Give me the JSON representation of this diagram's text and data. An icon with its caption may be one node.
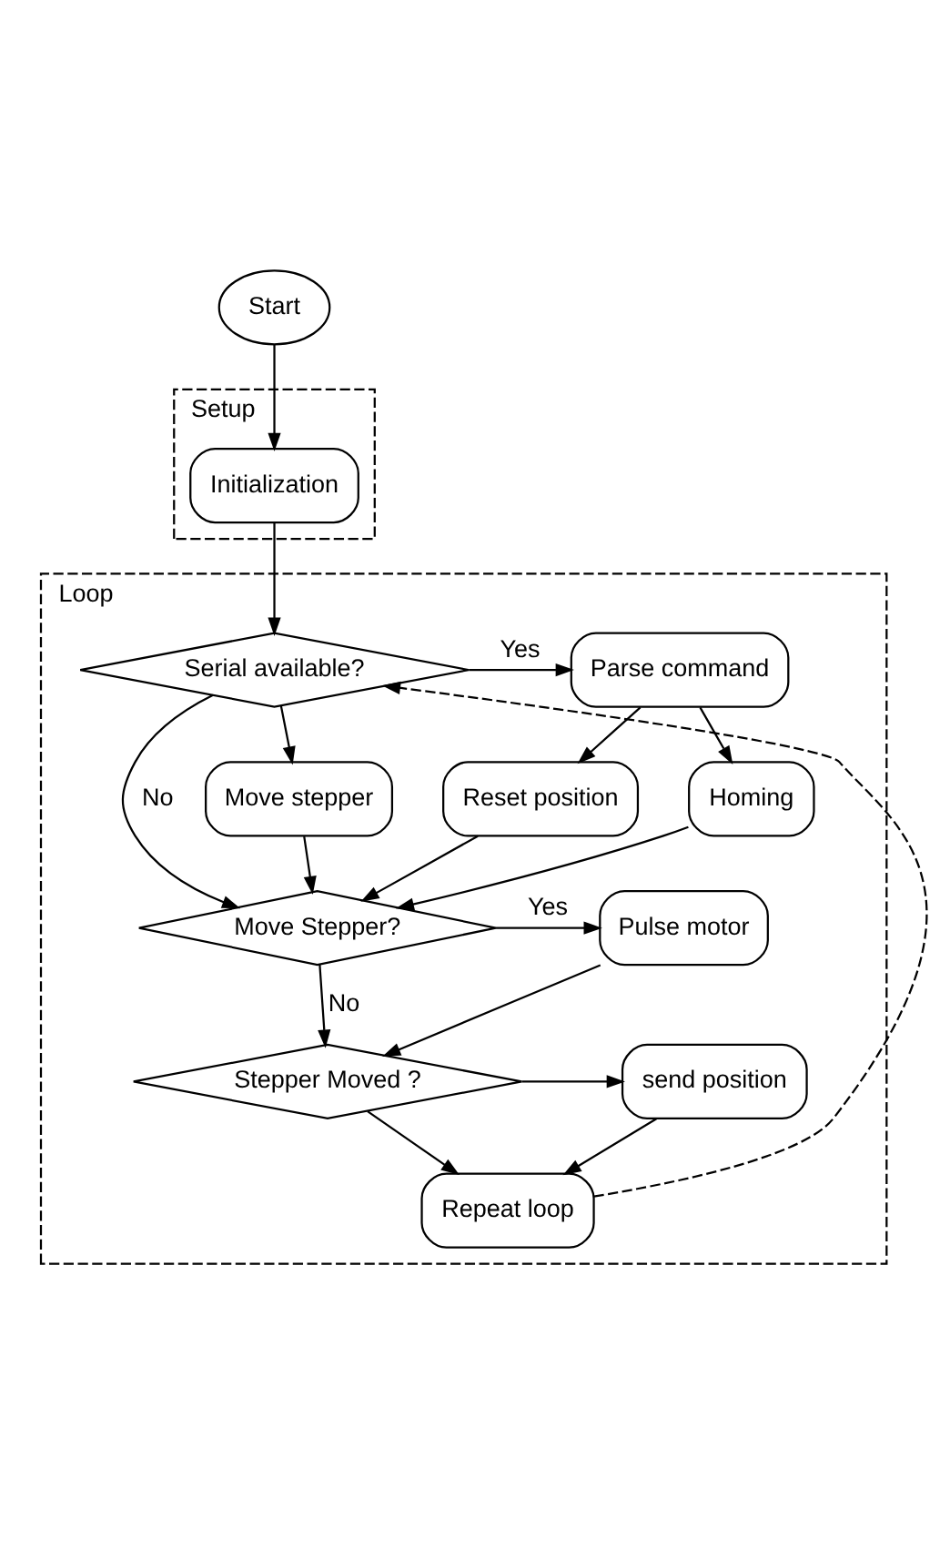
{
  "diagram": {
    "nodes": [
      {
        "text": [
          "Start"
        ]
      },
      {
        "text": [
          "Setup"
        ]
      },
      {
        "text": [
          "Initialization"
        ],
        "in": 1
      },
      {
        "text": [
          "Loop"
        ]
      },
      {
        "text": [
          "Serial available?"
        ],
        "in": 3
      },
      {
        "text": [
          "Parse command"
        ],
        "in": 3
      },
      {
        "text": [
          "Move stepper"
        ],
        "in": 3
      },
      {
        "text": [
          "Homing"
        ],
        "in": 3
      },
      {
        "text": [
          "Reset position"
        ],
        "in": 3
      },
      {
        "text": [
          "Move Stepper?"
        ],
        "in": 3
      },
      {
        "text": [
          "Pulse motor"
        ],
        "in": 3
      },
      {
        "text": [
          "Stepper Moved ?"
        ],
        "in": 3
      },
      {
        "text": [
          "send position"
        ],
        "in": 3
      },
      {
        "text": [
          "Repeat loop"
        ],
        "in": 3
      }
    ],
    "edges": [
      {
        "from": 0,
        "to": 2,
        "arrow": "to"
      },
      {
        "from": 2,
        "to": 4,
        "arrow": "to"
      },
      {
        "from": 4,
        "to": 5,
        "arrow": "to",
        "label": "Yes"
      },
      {
        "from": 4,
        "to": 6,
        "arrow": "to"
      },
      {
        "from": 5,
        "to": 7,
        "arrow": "to"
      },
      {
        "from": 5,
        "to": 8,
        "arrow": "to"
      },
      {
        "from": 4,
        "to": 9,
        "arrow": "to",
        "label": "No"
      },
      {
        "from": 6,
        "to": 9,
        "arrow": "to"
      },
      {
        "from": 7,
        "to": 9,
        "arrow": "to"
      },
      {
        "from": 8,
        "to": 9,
        "arrow": "to"
      },
      {
        "from": 9,
        "to": 10,
        "arrow": "to",
        "label": "Yes"
      },
      {
        "from": 9,
        "to": 11,
        "arrow": "to",
        "label": "No"
      },
      {
        "from": 10,
        "to": 11,
        "arrow": "to"
      },
      {
        "from": 11,
        "to": 12,
        "arrow": "to"
      },
      {
        "from": 11,
        "to": 13,
        "arrow": "to"
      },
      {
        "from": 12,
        "to": 13,
        "arrow": "to"
      },
      {
        "from": 13,
        "to": 4,
        "arrow": "to",
        "style": "dashed"
      }
    ]
  }
}
